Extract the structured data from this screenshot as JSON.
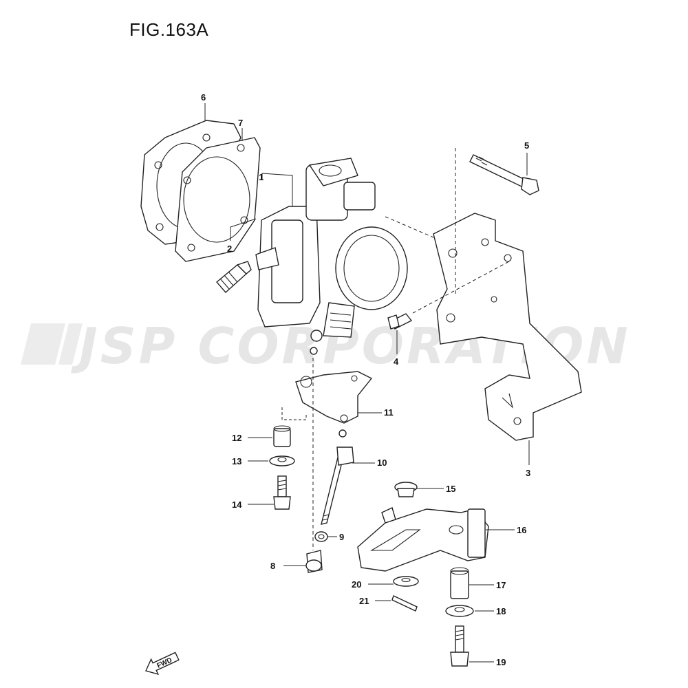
{
  "figure": {
    "title": "FIG.163A"
  },
  "watermark": {
    "text": "JSP CORPORATION",
    "color": "#e6e6e6"
  },
  "direction_badge": {
    "text": "FWD"
  },
  "callouts": [
    {
      "id": "1",
      "label": "1"
    },
    {
      "id": "2",
      "label": "2"
    },
    {
      "id": "3",
      "label": "3"
    },
    {
      "id": "4",
      "label": "4"
    },
    {
      "id": "5",
      "label": "5"
    },
    {
      "id": "6",
      "label": "6"
    },
    {
      "id": "7",
      "label": "7"
    },
    {
      "id": "8",
      "label": "8"
    },
    {
      "id": "9",
      "label": "9"
    },
    {
      "id": "10",
      "label": "10"
    },
    {
      "id": "11",
      "label": "11"
    },
    {
      "id": "12",
      "label": "12"
    },
    {
      "id": "13",
      "label": "13"
    },
    {
      "id": "14",
      "label": "14"
    },
    {
      "id": "15",
      "label": "15"
    },
    {
      "id": "16",
      "label": "16"
    },
    {
      "id": "17",
      "label": "17"
    },
    {
      "id": "18",
      "label": "18"
    },
    {
      "id": "19",
      "label": "19"
    },
    {
      "id": "20",
      "label": "20"
    },
    {
      "id": "21",
      "label": "21"
    }
  ]
}
